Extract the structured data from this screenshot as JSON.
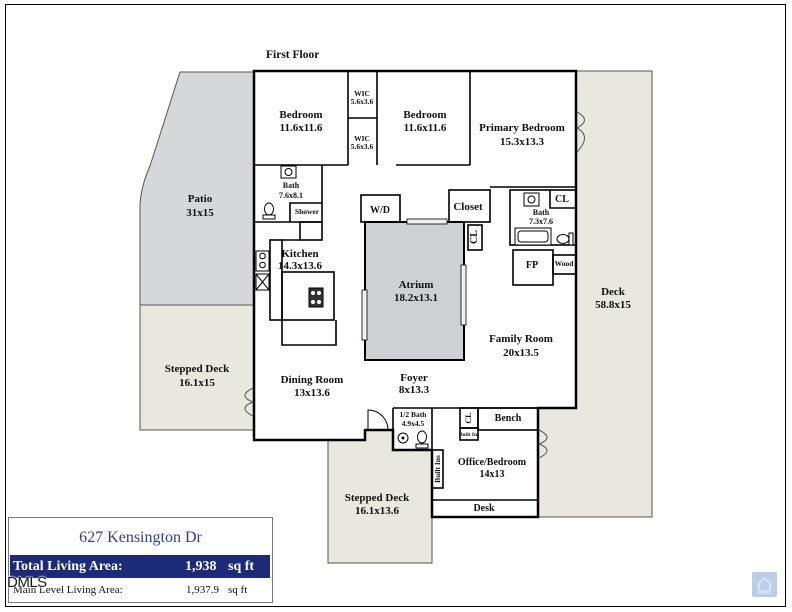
{
  "plan": {
    "floor_title": "First Floor",
    "patio": {
      "name": "Patio",
      "size": "31x15"
    },
    "stepped_deck_left": {
      "name": "Stepped Deck",
      "size": "16.1x15"
    },
    "bedroom_1": {
      "name": "Bedroom",
      "size": "11.6x11.6"
    },
    "wic_upper": {
      "name": "WIC",
      "size": "5.6x3.6"
    },
    "wic_lower": {
      "name": "WIC",
      "size": "5.6x3.6"
    },
    "bedroom_2": {
      "name": "Bedroom",
      "size": "11.6x11.6"
    },
    "primary_bedroom": {
      "name": "Primary Bedroom",
      "size": "15.3x13.3"
    },
    "bath_1": {
      "name": "Bath",
      "size": "7.6x8.1"
    },
    "shower": "Shower",
    "laundry": "W/D",
    "closet": "Closet",
    "bath_2_closet": "CL",
    "bath_2": {
      "name": "Bath",
      "size": "7.3x7.6"
    },
    "hall_closet": "CL",
    "kitchen": {
      "name": "Kitchen",
      "size": "14.3x13.6"
    },
    "atrium": {
      "name": "Atrium",
      "size": "18.2x13.1"
    },
    "fireplace": "FP",
    "wood_storage": "Wood",
    "deck": {
      "name": "Deck",
      "size": "58.8x15"
    },
    "family_room": {
      "name": "Family Room",
      "size": "20x13.5"
    },
    "dining_room": {
      "name": "Dining Room",
      "size": "13x13.6"
    },
    "foyer": {
      "name": "Foyer",
      "size": "8x13.3"
    },
    "half_bath": {
      "name": "1/2 Bath",
      "size": "4.9x4.5"
    },
    "office_closet": "CL",
    "bench": "Bench",
    "built_ins_small": "Built Ins",
    "built_ins_wall": "Built Ins",
    "office": {
      "name": "Office/Bedroom",
      "size": "14x13"
    },
    "desk": "Desk",
    "stepped_deck_bottom": {
      "name": "Stepped Deck",
      "size": "16.1x13.6"
    }
  },
  "info_box": {
    "address": "627 Kensington Dr",
    "total_label": "Total Living Area:",
    "total_value": "1,938",
    "total_unit": "sq ft",
    "main_label": "Main Level Living Area:",
    "main_value": "1,937.9",
    "main_unit": "sq ft"
  },
  "watermark": "DMLS",
  "icons": {
    "logo": "home-logo-icon"
  },
  "colors": {
    "patio": "#d6d7d9",
    "deck": "#e8e8de",
    "atrium": "#cfd0d2",
    "navy": "#1c2a78",
    "address_blue": "#2f3f93",
    "logo_blue": "#b9cfe9"
  }
}
